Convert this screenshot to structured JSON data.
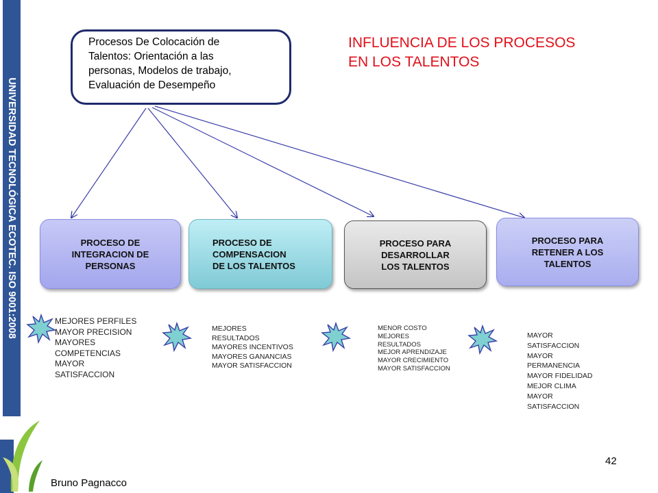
{
  "side_band": {
    "text": "UNIVERSIDAD TECNOLÓGICA ECOTEC. ISO 9001:2008",
    "color": "#2f5597"
  },
  "top_box": {
    "text_lines": [
      "Procesos  De Colocación de",
      "Talentos: Orientación a las",
      "personas, Modelos de trabajo,",
      "Evaluación de Desempeño"
    ]
  },
  "title": {
    "lines": [
      "INFLUENCIA DE LOS PROCESOS",
      "EN LOS TALENTOS"
    ],
    "color": "#e0101a"
  },
  "processes": [
    {
      "lines": [
        "PROCESO DE",
        "INTEGRACION DE",
        "PERSONAS"
      ]
    },
    {
      "lines": [
        "PROCESO DE",
        "COMPENSACION",
        "DE LOS TALENTOS"
      ]
    },
    {
      "lines": [
        "PROCESO PARA",
        "DESARROLLAR",
        "LOS TALENTOS"
      ]
    },
    {
      "lines": [
        "PROCESO PARA",
        "RETENER A LOS",
        "TALENTOS"
      ]
    }
  ],
  "benefits": [
    [
      "MEJORES PERFILES",
      "MAYOR PRECISION",
      "MAYORES",
      "COMPETENCIAS",
      "MAYOR",
      "SATISFACCION"
    ],
    [
      "MEJORES",
      "RESULTADOS",
      "MAYORES INCENTIVOS",
      "MAYORES GANANCIAS",
      "MAYOR SATISFACCION"
    ],
    [
      "MENOR COSTO",
      "MEJORES",
      "RESULTADOS",
      "MEJOR APRENDIZAJE",
      "MAYOR CRECIMIENTO",
      "MAYOR SATISFACCION"
    ],
    [
      "MAYOR",
      "SATISFACCION",
      "MAYOR",
      "PERMANENCIA",
      "MAYOR FIDELIDAD",
      "MEJOR CLIMA",
      "MAYOR",
      "SATISFACCION"
    ]
  ],
  "footer": {
    "author": "Bruno Pagnacco",
    "page_number": "42"
  },
  "icons": {
    "starburst": "starburst-icon",
    "logo": "leaf-logo-icon"
  }
}
